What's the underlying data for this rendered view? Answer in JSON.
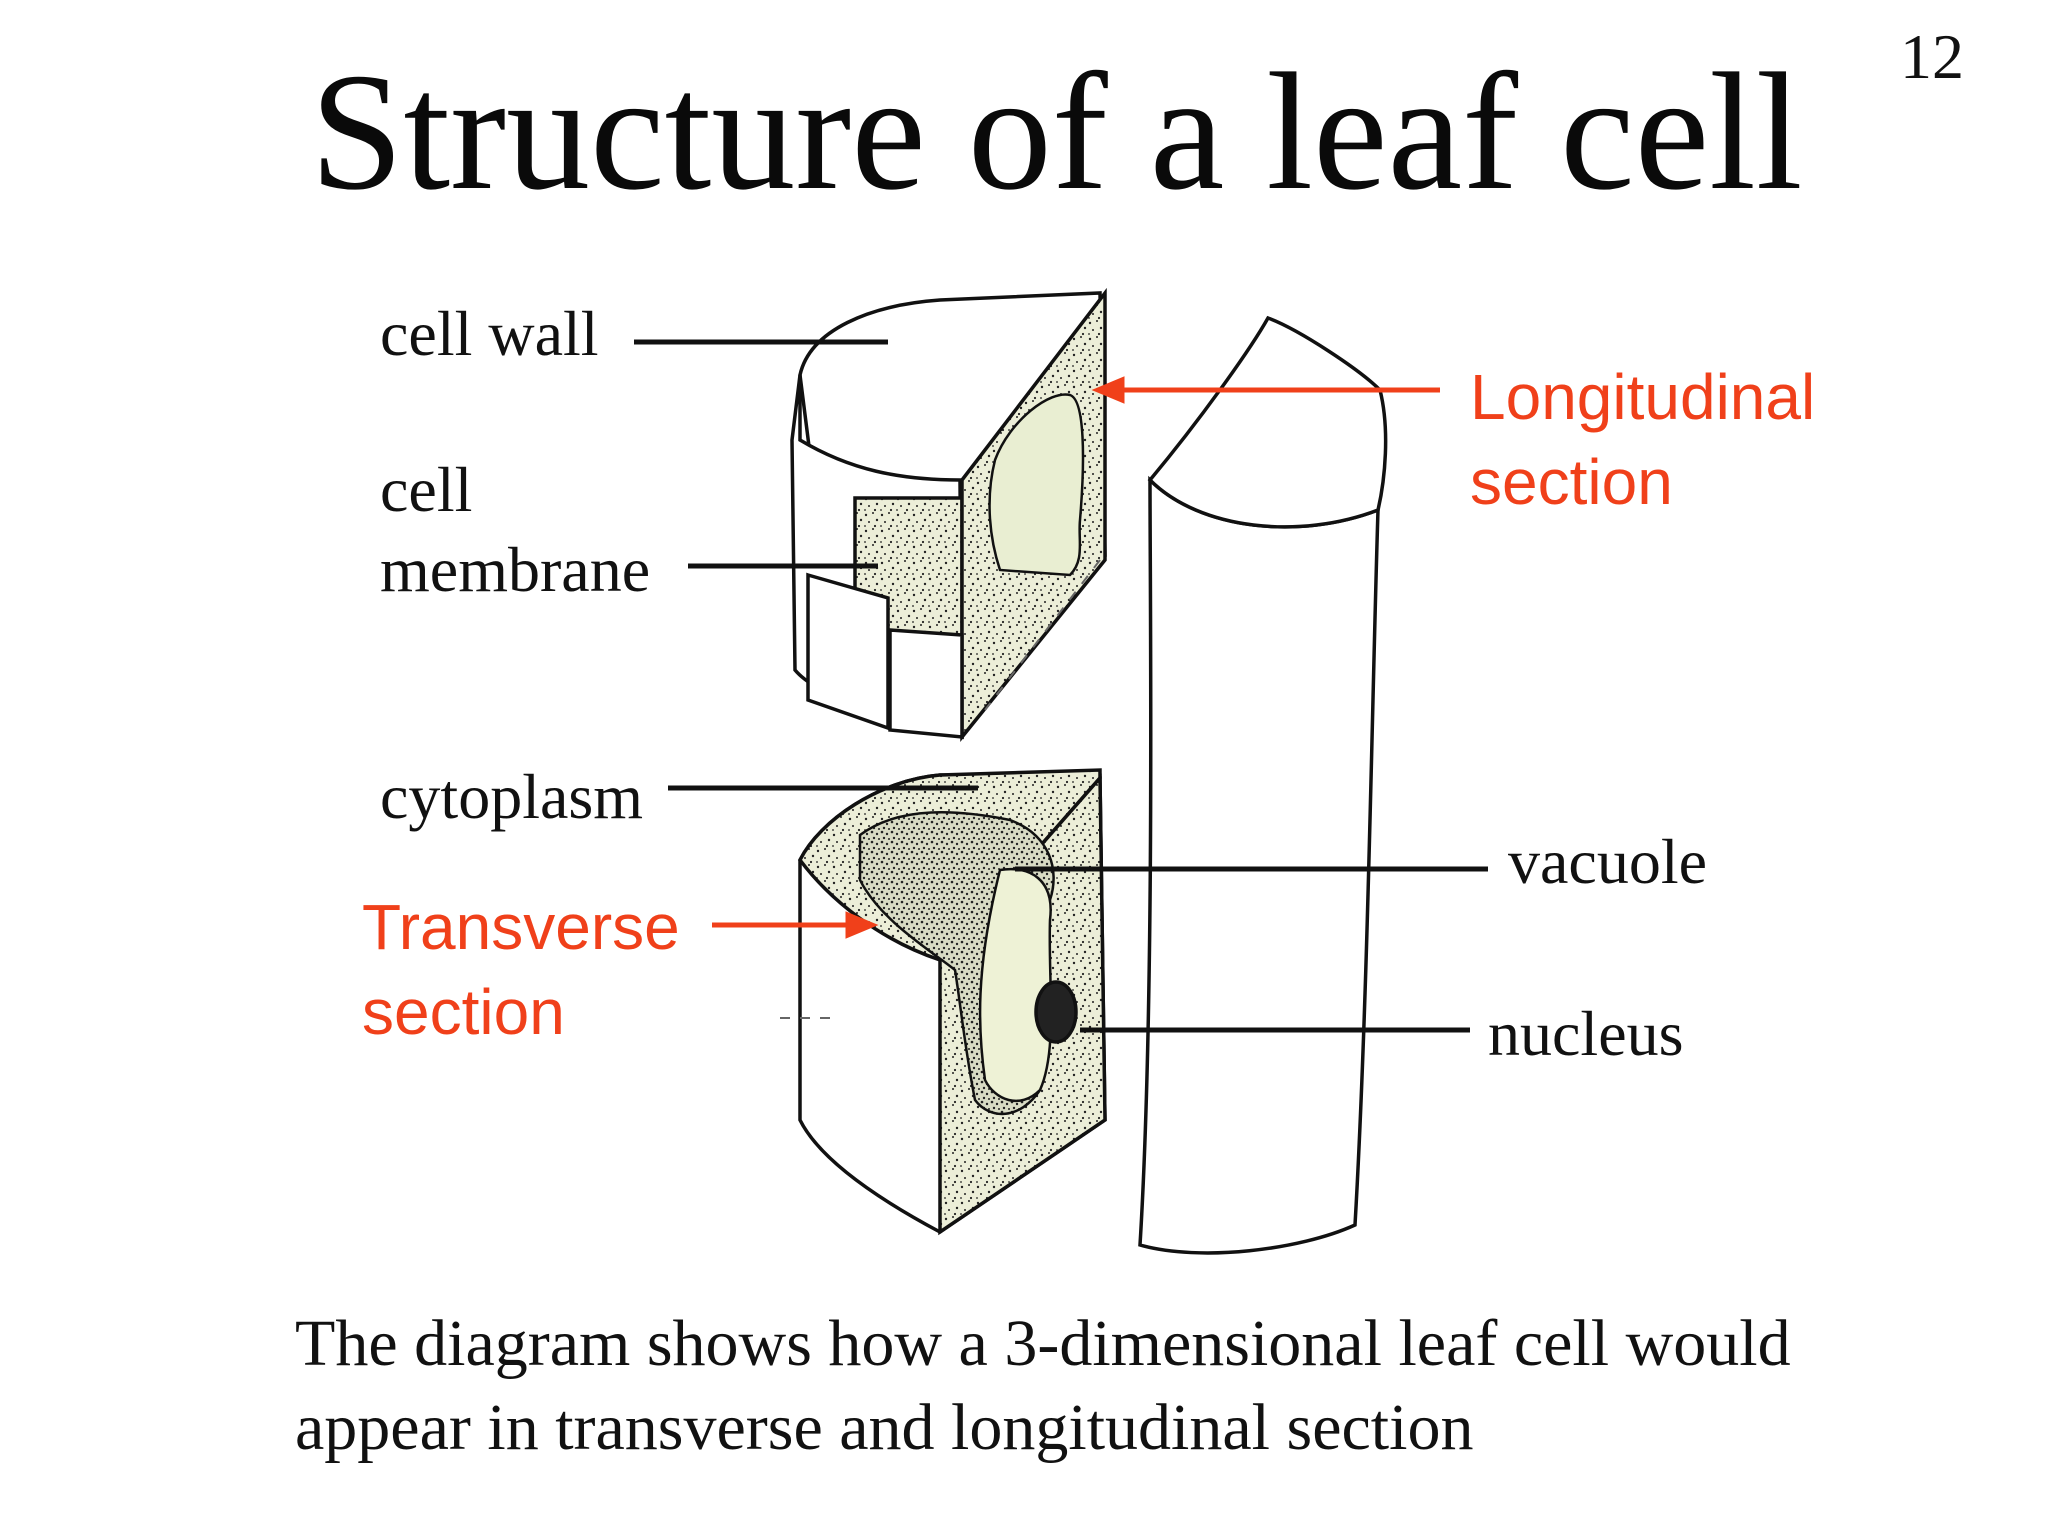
{
  "slide": {
    "number": "12",
    "title": "Structure of a leaf cell",
    "caption": "The diagram shows how a 3-dimensional leaf cell would appear in transverse and longitudinal section"
  },
  "labels": {
    "cell_wall": "cell wall",
    "cell_membrane_line1": "cell",
    "cell_membrane_line2": "membrane",
    "cytoplasm": "cytoplasm",
    "vacuole": "vacuole",
    "nucleus": "nucleus",
    "longitudinal_line1": "Longitudinal",
    "longitudinal_line2": "section",
    "transverse_line1": "Transverse",
    "transverse_line2": "section"
  },
  "colors": {
    "annotation_red": "#f0401a",
    "cytoplasm_fill": "#e9eed2",
    "vacuole_fill": "#eef2d6",
    "nucleus_fill": "#222222"
  }
}
